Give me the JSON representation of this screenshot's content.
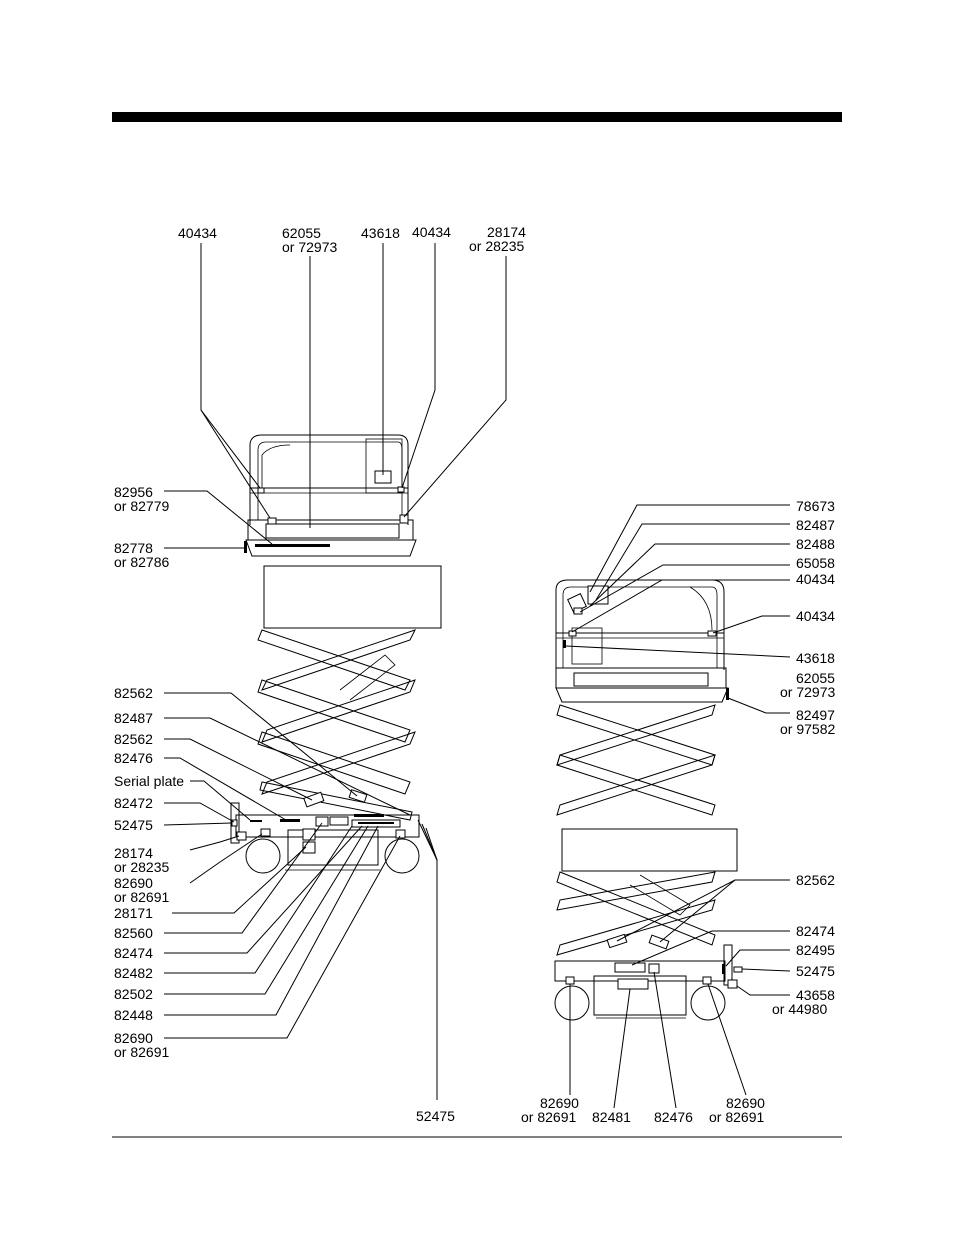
{
  "left_view": {
    "top_labels": [
      {
        "id": "l-top-1",
        "lines": [
          "40434"
        ]
      },
      {
        "id": "l-top-2",
        "lines": [
          "62055",
          "or 72973"
        ]
      },
      {
        "id": "l-top-3",
        "lines": [
          "43618"
        ]
      },
      {
        "id": "l-top-4",
        "lines": [
          "40434"
        ]
      },
      {
        "id": "l-top-5",
        "lines": [
          "28174",
          "or 28235"
        ]
      }
    ],
    "side_labels": [
      {
        "id": "l-side-1",
        "lines": [
          "82956",
          "or 82779"
        ]
      },
      {
        "id": "l-side-2",
        "lines": [
          "82778",
          "or 82786"
        ]
      },
      {
        "id": "l-side-3",
        "lines": [
          "82562"
        ]
      },
      {
        "id": "l-side-4",
        "lines": [
          "82487"
        ]
      },
      {
        "id": "l-side-5",
        "lines": [
          "82562"
        ]
      },
      {
        "id": "l-side-6",
        "lines": [
          "82476"
        ]
      },
      {
        "id": "l-side-7",
        "lines": [
          "Serial plate"
        ]
      },
      {
        "id": "l-side-8",
        "lines": [
          "82472"
        ]
      },
      {
        "id": "l-side-9",
        "lines": [
          "52475"
        ]
      },
      {
        "id": "l-side-10",
        "lines": [
          "28174",
          "or 28235"
        ]
      },
      {
        "id": "l-side-11",
        "lines": [
          "82690",
          "or 82691"
        ]
      },
      {
        "id": "l-side-12",
        "lines": [
          "28171"
        ]
      },
      {
        "id": "l-side-13",
        "lines": [
          "82560"
        ]
      },
      {
        "id": "l-side-14",
        "lines": [
          "82474"
        ]
      },
      {
        "id": "l-side-15",
        "lines": [
          "82482"
        ]
      },
      {
        "id": "l-side-16",
        "lines": [
          "82502"
        ]
      },
      {
        "id": "l-side-17",
        "lines": [
          "82448"
        ]
      },
      {
        "id": "l-side-18",
        "lines": [
          "82690",
          "or 82691"
        ]
      }
    ],
    "bottom_labels": [
      {
        "id": "l-bot-1",
        "lines": [
          "52475"
        ]
      }
    ]
  },
  "right_view": {
    "side_labels": [
      {
        "id": "r-side-1",
        "lines": [
          "78673"
        ]
      },
      {
        "id": "r-side-2",
        "lines": [
          "82487"
        ]
      },
      {
        "id": "r-side-3",
        "lines": [
          "82488"
        ]
      },
      {
        "id": "r-side-4",
        "lines": [
          "65058"
        ]
      },
      {
        "id": "r-side-5",
        "lines": [
          "40434"
        ]
      },
      {
        "id": "r-side-6",
        "lines": [
          "40434"
        ]
      },
      {
        "id": "r-side-7",
        "lines": [
          "43618"
        ]
      },
      {
        "id": "r-side-8",
        "lines": [
          "62055",
          "or 72973"
        ]
      },
      {
        "id": "r-side-9",
        "lines": [
          "82497",
          "or 97582"
        ]
      },
      {
        "id": "r-side-10",
        "lines": [
          "82562"
        ]
      },
      {
        "id": "r-side-11",
        "lines": [
          "82474"
        ]
      },
      {
        "id": "r-side-12",
        "lines": [
          "82495"
        ]
      },
      {
        "id": "r-side-13",
        "lines": [
          "52475"
        ]
      },
      {
        "id": "r-side-14",
        "lines": [
          "43658",
          "or  44980"
        ]
      }
    ],
    "bottom_labels": [
      {
        "id": "r-bot-1",
        "lines": [
          "82690",
          "or 82691"
        ]
      },
      {
        "id": "r-bot-2",
        "lines": [
          "82481"
        ]
      },
      {
        "id": "r-bot-3",
        "lines": [
          "82476"
        ]
      },
      {
        "id": "r-bot-4",
        "lines": [
          "82690",
          "or 82691"
        ]
      }
    ]
  }
}
